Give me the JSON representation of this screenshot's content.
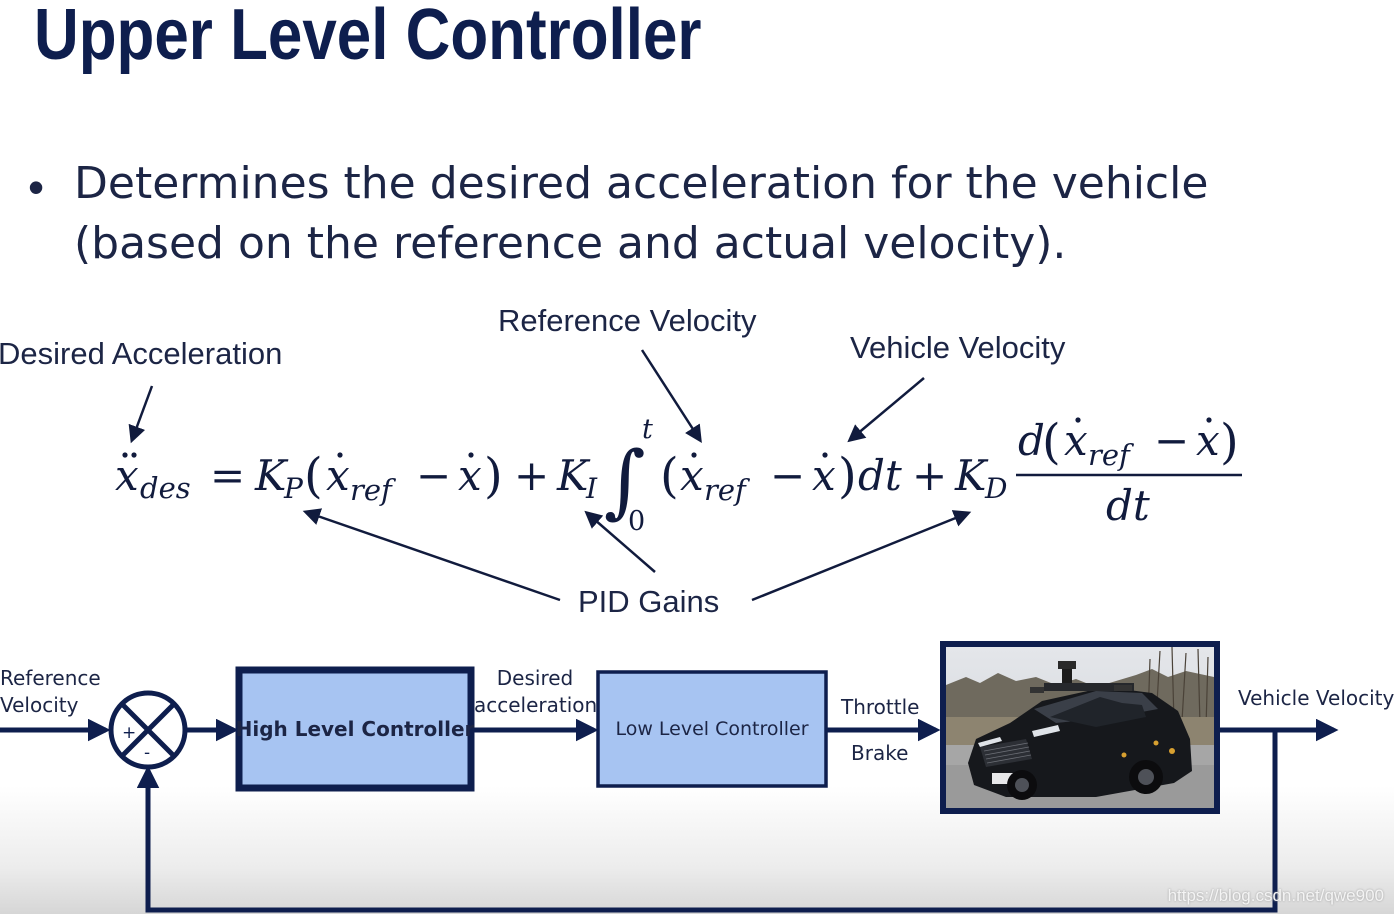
{
  "slide": {
    "title": "Upper Level Controller",
    "bullet": {
      "line1": "Determines the desired acceleration for the vehicle",
      "line2": "(based on the reference and actual velocity)."
    }
  },
  "annotations": {
    "desired_acceleration": "Desired Acceleration",
    "reference_velocity": "Reference Velocity",
    "vehicle_velocity": "Vehicle Velocity",
    "pid_gains": "PID Gains"
  },
  "equation": {
    "des": "des",
    "ref": "ref",
    "K": "K",
    "P": "P",
    "I": "I",
    "D": "D",
    "x": "x",
    "dt": "dt",
    "d": "d",
    "upper_limit": "t",
    "lower_limit": "0"
  },
  "block_diagram": {
    "input_label_line1": "Reference",
    "input_label_line2": "Velocity",
    "sum_plus": "+",
    "sum_minus": "-",
    "high_level_controller": "High Level Controller",
    "desired_accel_line1": "Desired",
    "desired_accel_line2": "acceleration",
    "low_level_controller": "Low Level Controller",
    "throttle": "Throttle",
    "brake": "Brake",
    "output_label": "Vehicle Velocity"
  },
  "watermark": "https://blog.csdn.net/qwe900",
  "colors": {
    "navy": "#0e1e4e",
    "text": "#1c2545",
    "block_fill": "#a7c4f2"
  }
}
